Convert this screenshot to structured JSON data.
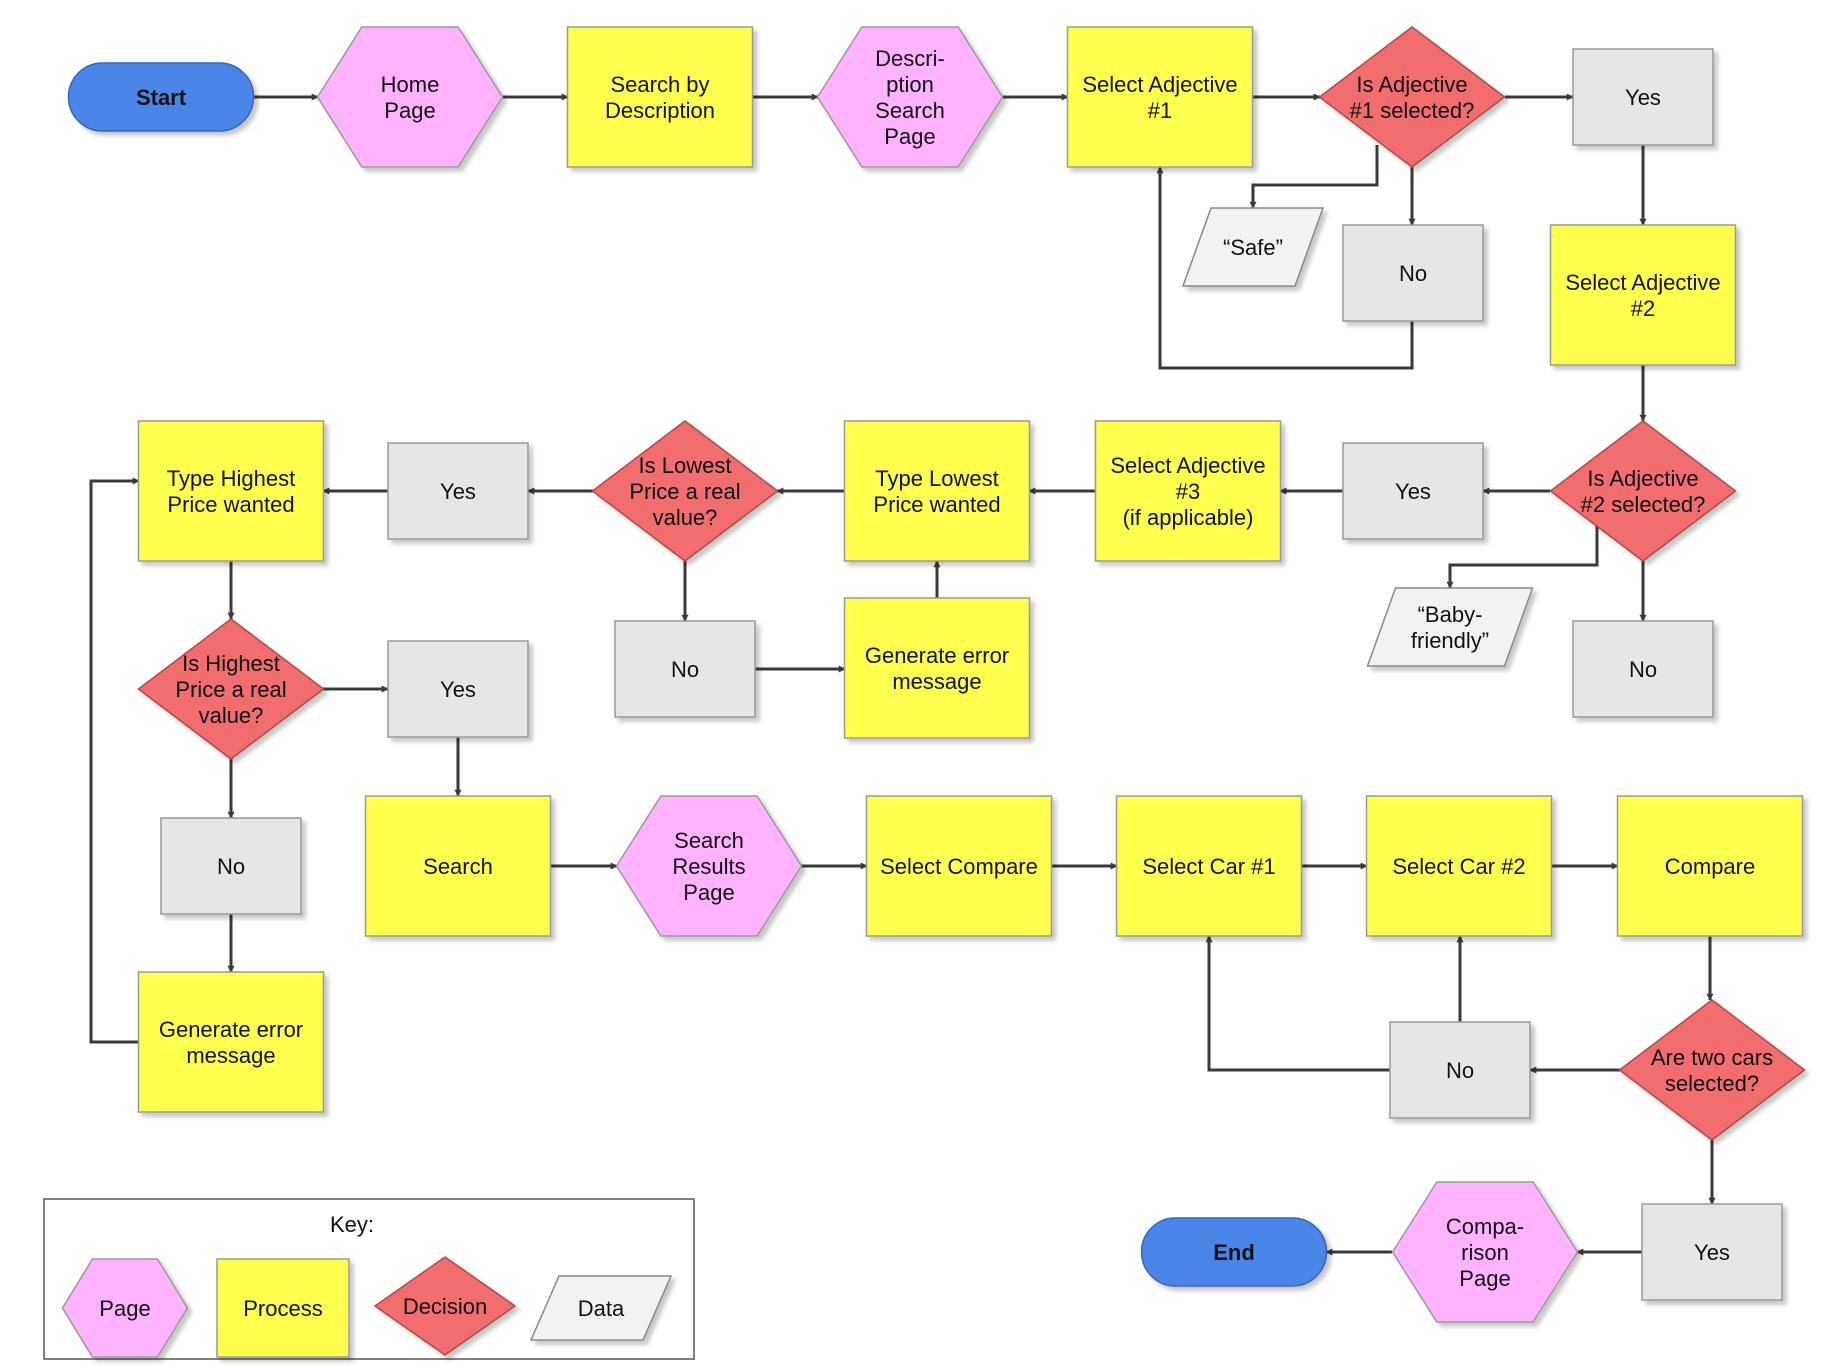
{
  "colors": {
    "page": "#ffb3ff",
    "process": "#ffff4d",
    "decision": "#f26d6d",
    "data": "#f2f2f2",
    "answer": "#e6e6e6",
    "terminal": "#4a86e8",
    "line": "#3a3a3a"
  },
  "nodes": {
    "start": "Start",
    "home_page": "Home\nPage",
    "search_by_description": "Search by\nDescription",
    "description_search_page": "Descri-\nption\nSearch\nPage",
    "select_adjective_1": "Select Adjective\n#1",
    "is_adjective_1_selected": "Is Adjective\n#1 selected?",
    "yes_1": "Yes",
    "safe_data": "“Safe”",
    "no_1": "No",
    "select_adjective_2": "Select Adjective\n#2",
    "is_adjective_2_selected": "Is Adjective\n#2 selected?",
    "baby_friendly_data": "“Baby-\nfriendly”",
    "no_2": "No",
    "yes_2": "Yes",
    "select_adjective_3": "Select Adjective\n#3\n(if applicable)",
    "type_lowest_price": "Type Lowest\nPrice wanted",
    "generate_error_1": "Generate error\nmessage",
    "is_lowest_price_real": "Is Lowest\nPrice a real\nvalue?",
    "no_3": "No",
    "yes_3": "Yes",
    "type_highest_price": "Type Highest\nPrice wanted",
    "is_highest_price_real": "Is Highest\nPrice a real\nvalue?",
    "yes_4": "Yes",
    "no_4": "No",
    "generate_error_2": "Generate error\nmessage",
    "search": "Search",
    "search_results_page": "Search\nResults\nPage",
    "select_compare": "Select Compare",
    "select_car_1": "Select Car #1",
    "select_car_2": "Select Car #2",
    "compare": "Compare",
    "are_two_cars_selected": "Are two cars\nselected?",
    "no_5": "No",
    "yes_5": "Yes",
    "comparison_page": "Compa-\nrison\nPage",
    "end": "End"
  },
  "key": {
    "title": "Key:",
    "page": "Page",
    "process": "Process",
    "decision": "Decision",
    "data": "Data"
  }
}
